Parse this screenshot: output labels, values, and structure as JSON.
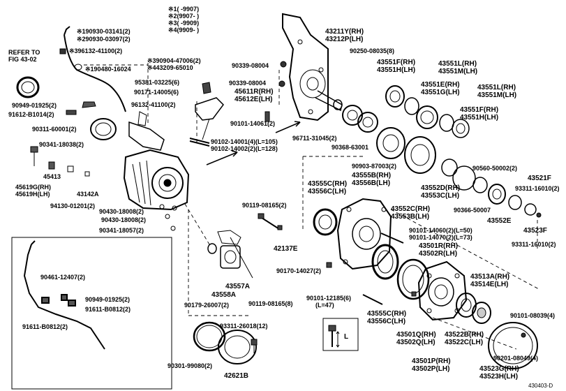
{
  "notes": {
    "n1": "※1(    -9907)",
    "n2": "※2(9907-     )",
    "n3": "※3(    -9909)",
    "n4": "※4(9909-     )"
  },
  "refer": {
    "line1": "REFER TO",
    "line2": "FIG 43-02"
  },
  "diagram_code": "430403-D",
  "parts": {
    "p01": "※190930-03141(2)",
    "p02": "※290930-03097(2)",
    "p03": "※396132-41100(2)",
    "p04": "※190480-16024",
    "p05a": "※390904-47006(2)",
    "p05b": "※443209-65010",
    "p06": "90949-01925(2)",
    "p07": "91612-B1014(2)",
    "p08": "90311-60001(2)",
    "p09": "90341-18038(2)",
    "p10": "45413",
    "p11a": "45619G(RH)",
    "p11b": "45619H(LH)",
    "p12": "43142A",
    "p13": "94130-01201(2)",
    "p14": "90430-18008(2)",
    "p15": "90430-18008(2)",
    "p16": "90341-18057(2)",
    "p17": "95381-03225(6)",
    "p18": "90171-14005(6)",
    "p19": "96132-41100(2)",
    "p20": "90339-08004",
    "p21": "90339-08004",
    "p22a": "45611R(RH)",
    "p22b": "45612E(LH)",
    "p23": "90101-14061(2)",
    "p24a": "90102-14001(4)(L=105)",
    "p24b": "90102-14002(2)(L=128)",
    "p25a": "43211Y(RH)",
    "p25b": "43212P(LH)",
    "p26": "90250-08035(8)",
    "p27": "96711-31045(2)",
    "p28": "90368-63001",
    "p29a": "43551F(RH)",
    "p29b": "43551H(LH)",
    "p30a": "43551L(RH)",
    "p30b": "43551M(LH)",
    "p31a": "43551E(RH)",
    "p31b": "43551G(LH)",
    "p32a": "43551L(RH)",
    "p32b": "43551M(LH)",
    "p33a": "43551F(RH)",
    "p33b": "43551H(LH)",
    "p34": "90903-87003(2)",
    "p35a": "43555B(RH)",
    "p35b": "43556B(LH)",
    "p36a": "43555C(RH)",
    "p36b": "43556C(LH)",
    "p37": "90560-50002(2)",
    "p38a": "43552D(RH)",
    "p38b": "43553C(LH)",
    "p39": "43521F",
    "p40": "93311-16010(2)",
    "p41": "90366-50007",
    "p42a": "43552C(RH)",
    "p42b": "43553B(LH)",
    "p43": "43552E",
    "p44": "43523F",
    "p45": "93311-16010(2)",
    "p46": "90119-08165(2)",
    "p47": "42137E",
    "p48a": "90101-14060(2)(L=50)",
    "p48b": "90101-14070(2)(L=73)",
    "p49a": "43501R(RH)",
    "p49b": "43502R(LH)",
    "p50a": "43513A(RH)",
    "p50b": "43514E(LH)",
    "p51": "90170-14027(2)",
    "p52": "43557A",
    "p53": "43558A",
    "p54": "90119-08165(8)",
    "p55": "90179-26007(2)",
    "p56a": "90101-12185(6)",
    "p56b": "(L=47)",
    "p57a": "43555C(RH)",
    "p57b": "43556C(LH)",
    "p58a": "43501Q(RH)",
    "p58b": "43502Q(LH)",
    "p59a": "43522B(RH)",
    "p59b": "43522C(LH)",
    "p60": "90101-08039(4)",
    "p61": "93311-26018(12)",
    "p62": "90201-08049(4)",
    "p63a": "43501P(RH)",
    "p63b": "43502P(LH)",
    "p64a": "43523G(RH)",
    "p64b": "43523H(LH)",
    "p65": "90301-99080(2)",
    "p66": "42621B",
    "p67": "90461-12407(2)",
    "p68": "90949-01925(2)",
    "p69": "91611-B0812(2)",
    "p70": "91611-B0812(2)",
    "bolt_l": "L"
  }
}
